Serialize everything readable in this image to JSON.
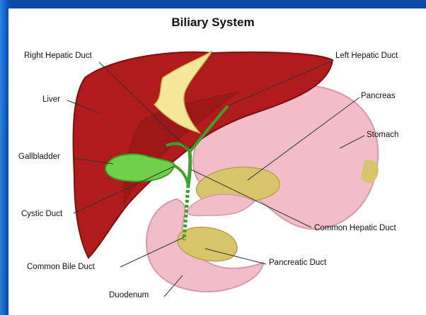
{
  "title": "Biliary System",
  "labels": {
    "right_hepatic_duct": "Right Hepatic Duct",
    "left_hepatic_duct": "Left Hepatic Duct",
    "liver": "Liver",
    "pancreas": "Pancreas",
    "stomach": "Stomach",
    "gallbladder": "Gallbladder",
    "cystic_duct": "Cystic Duct",
    "common_hepatic_duct": "Common Hepatic Duct",
    "common_bile_duct": "Common Bile Duct",
    "pancreatic_duct": "Pancreatic Duct",
    "duodenum": "Duodenum"
  },
  "colors": {
    "liver": "#b01c1c",
    "liver_shade": "#7e0f0f",
    "stomach": "#f2bcc8",
    "pancreas": "#d8c46a",
    "gallbladder": "#6fd04a",
    "ducts": "#3aa12a",
    "fat": "#f4e79a",
    "background": "#0a3a86"
  }
}
